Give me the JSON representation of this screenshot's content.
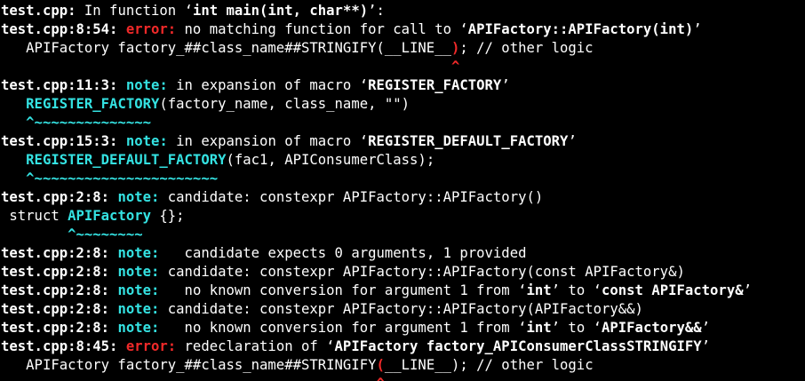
{
  "colors": {
    "background": "#000000",
    "default": "#ffffff",
    "error": "#ef2929",
    "note": "#34e2e2",
    "caret": "#ef2929",
    "highlight": "#34e2e2"
  },
  "lines": [
    [
      {
        "t": "test.cpp:",
        "c": "#ffffff",
        "b": true
      },
      {
        "t": " In function ",
        "c": "#ffffff"
      },
      {
        "t": "‘",
        "c": "#ffffff"
      },
      {
        "t": "int main(int, char**)",
        "c": "#ffffff",
        "b": true
      },
      {
        "t": "’:",
        "c": "#ffffff"
      }
    ],
    [
      {
        "t": "test.cpp:8:54: ",
        "c": "#ffffff",
        "b": true
      },
      {
        "t": "error: ",
        "c": "#ef2929",
        "b": true
      },
      {
        "t": "no matching function for call to ",
        "c": "#ffffff"
      },
      {
        "t": "‘",
        "c": "#ffffff"
      },
      {
        "t": "APIFactory::APIFactory(int)",
        "c": "#ffffff",
        "b": true
      },
      {
        "t": "’",
        "c": "#ffffff"
      }
    ],
    [
      {
        "t": "   APIFactory factory_##class_name##STRINGIFY(__LINE__",
        "c": "#ffffff"
      },
      {
        "t": ")",
        "c": "#ef2929",
        "b": true
      },
      {
        "t": "; // other logic",
        "c": "#ffffff"
      }
    ],
    [
      {
        "t": "                                                      ^",
        "c": "#ef2929",
        "b": true
      }
    ],
    [
      {
        "t": "test.cpp:11:3: ",
        "c": "#ffffff",
        "b": true
      },
      {
        "t": "note: ",
        "c": "#34e2e2",
        "b": true
      },
      {
        "t": "in expansion of macro ",
        "c": "#ffffff"
      },
      {
        "t": "‘",
        "c": "#ffffff"
      },
      {
        "t": "REGISTER_FACTORY",
        "c": "#ffffff",
        "b": true
      },
      {
        "t": "’",
        "c": "#ffffff"
      }
    ],
    [
      {
        "t": "   ",
        "c": "#ffffff"
      },
      {
        "t": "REGISTER_FACTORY",
        "c": "#34e2e2",
        "b": true
      },
      {
        "t": "(factory_name, class_name, \"\")",
        "c": "#ffffff"
      }
    ],
    [
      {
        "t": "   ^~~~~~~~~~~~~~~",
        "c": "#34e2e2",
        "b": true
      }
    ],
    [
      {
        "t": "test.cpp:15:3: ",
        "c": "#ffffff",
        "b": true
      },
      {
        "t": "note: ",
        "c": "#34e2e2",
        "b": true
      },
      {
        "t": "in expansion of macro ",
        "c": "#ffffff"
      },
      {
        "t": "‘",
        "c": "#ffffff"
      },
      {
        "t": "REGISTER_DEFAULT_FACTORY",
        "c": "#ffffff",
        "b": true
      },
      {
        "t": "’",
        "c": "#ffffff"
      }
    ],
    [
      {
        "t": "   ",
        "c": "#ffffff"
      },
      {
        "t": "REGISTER_DEFAULT_FACTORY",
        "c": "#34e2e2",
        "b": true
      },
      {
        "t": "(fac1, APIConsumerClass);",
        "c": "#ffffff"
      }
    ],
    [
      {
        "t": "   ^~~~~~~~~~~~~~~~~~~~~~~",
        "c": "#34e2e2",
        "b": true
      }
    ],
    [
      {
        "t": "test.cpp:2:8: ",
        "c": "#ffffff",
        "b": true
      },
      {
        "t": "note: ",
        "c": "#34e2e2",
        "b": true
      },
      {
        "t": "candidate: constexpr APIFactory::APIFactory()",
        "c": "#ffffff"
      }
    ],
    [
      {
        "t": " struct ",
        "c": "#ffffff"
      },
      {
        "t": "APIFactory",
        "c": "#34e2e2",
        "b": true
      },
      {
        "t": " {};",
        "c": "#ffffff"
      }
    ],
    [
      {
        "t": "        ^~~~~~~~~",
        "c": "#34e2e2",
        "b": true
      }
    ],
    [
      {
        "t": "test.cpp:2:8: ",
        "c": "#ffffff",
        "b": true
      },
      {
        "t": "note: ",
        "c": "#34e2e2",
        "b": true
      },
      {
        "t": "  candidate expects 0 arguments, 1 provided",
        "c": "#ffffff"
      }
    ],
    [
      {
        "t": "test.cpp:2:8: ",
        "c": "#ffffff",
        "b": true
      },
      {
        "t": "note: ",
        "c": "#34e2e2",
        "b": true
      },
      {
        "t": "candidate: constexpr APIFactory::APIFactory(const APIFactory&)",
        "c": "#ffffff"
      }
    ],
    [
      {
        "t": "test.cpp:2:8: ",
        "c": "#ffffff",
        "b": true
      },
      {
        "t": "note: ",
        "c": "#34e2e2",
        "b": true
      },
      {
        "t": "  no known conversion for argument 1 from ",
        "c": "#ffffff"
      },
      {
        "t": "‘",
        "c": "#ffffff"
      },
      {
        "t": "int",
        "c": "#ffffff",
        "b": true
      },
      {
        "t": "’ to ",
        "c": "#ffffff"
      },
      {
        "t": "‘",
        "c": "#ffffff"
      },
      {
        "t": "const APIFactory&",
        "c": "#ffffff",
        "b": true
      },
      {
        "t": "’",
        "c": "#ffffff"
      }
    ],
    [
      {
        "t": "test.cpp:2:8: ",
        "c": "#ffffff",
        "b": true
      },
      {
        "t": "note: ",
        "c": "#34e2e2",
        "b": true
      },
      {
        "t": "candidate: constexpr APIFactory::APIFactory(APIFactory&&)",
        "c": "#ffffff"
      }
    ],
    [
      {
        "t": "test.cpp:2:8: ",
        "c": "#ffffff",
        "b": true
      },
      {
        "t": "note: ",
        "c": "#34e2e2",
        "b": true
      },
      {
        "t": "  no known conversion for argument 1 from ",
        "c": "#ffffff"
      },
      {
        "t": "‘",
        "c": "#ffffff"
      },
      {
        "t": "int",
        "c": "#ffffff",
        "b": true
      },
      {
        "t": "’ to ",
        "c": "#ffffff"
      },
      {
        "t": "‘",
        "c": "#ffffff"
      },
      {
        "t": "APIFactory&&",
        "c": "#ffffff",
        "b": true
      },
      {
        "t": "’",
        "c": "#ffffff"
      }
    ],
    [
      {
        "t": "test.cpp:8:45: ",
        "c": "#ffffff",
        "b": true
      },
      {
        "t": "error: ",
        "c": "#ef2929",
        "b": true
      },
      {
        "t": "redeclaration of ",
        "c": "#ffffff"
      },
      {
        "t": "‘",
        "c": "#ffffff"
      },
      {
        "t": "APIFactory factory_APIConsumerClassSTRINGIFY",
        "c": "#ffffff",
        "b": true
      },
      {
        "t": "’",
        "c": "#ffffff"
      }
    ],
    [
      {
        "t": "   APIFactory factory_##class_name##STRINGIFY",
        "c": "#ffffff"
      },
      {
        "t": "(",
        "c": "#ef2929",
        "b": true
      },
      {
        "t": "__LINE__); // other logic",
        "c": "#ffffff"
      }
    ],
    [
      {
        "t": "                                             ^",
        "c": "#ef2929",
        "b": true
      }
    ]
  ]
}
